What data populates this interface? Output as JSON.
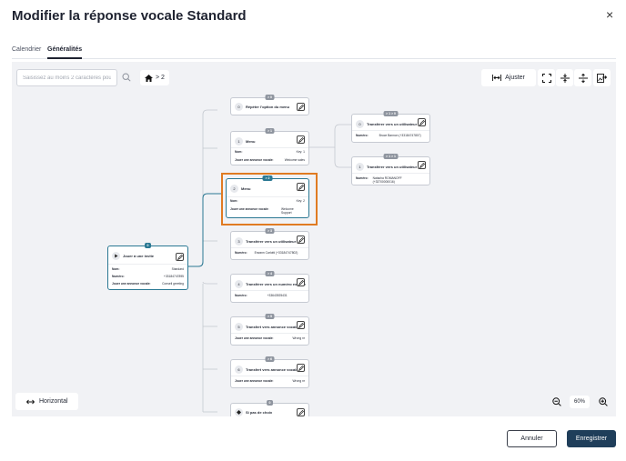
{
  "dialog": {
    "title": "Modifier la réponse vocale Standard",
    "close_label": "×"
  },
  "tabs": [
    {
      "label": "Calendrier"
    },
    {
      "label": "Généralités"
    }
  ],
  "toolbar": {
    "search_placeholder": "Saisissez au moins 2 caractères pou",
    "breadcrumb_level": "> 2",
    "fit_label": "Ajuster"
  },
  "nodes": {
    "root": {
      "badge": "0",
      "title": "Jouer à une invite",
      "rows": [
        {
          "k": "Nom:",
          "v": "Standard"
        },
        {
          "k": "Numéro:",
          "v": "+33184747895"
        },
        {
          "k": "Jouer une annonce vocale:",
          "v": "Conseil greeting"
        }
      ]
    },
    "n_repeat": {
      "badge": "> 0",
      "num": "0",
      "title": "Répéter l'option du menu"
    },
    "n_menu1": {
      "badge": "> 1",
      "num": "1",
      "title": "Menu",
      "rows": [
        {
          "k": "Nom:",
          "v": "Key: 1"
        },
        {
          "k": "Jouer une annonce vocale:",
          "v": "Welcome sales"
        }
      ]
    },
    "n_menu2": {
      "badge": "> 2",
      "num": "2",
      "title": "Menu",
      "rows": [
        {
          "k": "Nom:",
          "v": "Key: 2"
        },
        {
          "k": "Jouer une annonce vocale:",
          "v": "Welcome Support"
        }
      ]
    },
    "n_transfer_user": {
      "badge": "> 3",
      "num": "3",
      "title": "Transférer vers un utilisateur",
      "rows": [
        {
          "k": "Numéro:",
          "v": "Erwann Carlotti (+33184747802)"
        }
      ]
    },
    "n_transfer_ext": {
      "badge": "> 4",
      "num": "4",
      "title": "Transférer vers un numéro externe",
      "rows": [
        {
          "k": "Numéro:",
          "v": "+33643925431"
        }
      ]
    },
    "n_voicemail5": {
      "badge": "> 5",
      "num": "5",
      "title": "Transfert vers annonce vocale",
      "rows": [
        {
          "k": "Jouer une annonce vocale:",
          "v": "Wrong nr"
        }
      ]
    },
    "n_voicemail6": {
      "badge": "> 6",
      "num": "6",
      "title": "Transfert vers annonce vocale",
      "rows": [
        {
          "k": "Jouer une annonce vocale:",
          "v": "Wrong nr"
        }
      ]
    },
    "n_nochoice": {
      "badge": "0",
      "title": "Si pas de choix"
    },
    "n_sub0": {
      "badge": "> 1 > 0",
      "num": "0",
      "title": "Transférer vers un utilisateur",
      "rows": [
        {
          "k": "Numéro:",
          "v": "Bruce Bannon (+33184747807)"
        }
      ]
    },
    "n_sub1": {
      "badge": "> 1 > 1",
      "num": "1",
      "title": "Transférer vers un utilisateur",
      "rows": [
        {
          "k": "Numéro:",
          "v": "Natacha ROMANOFF (+33700000016)"
        }
      ]
    }
  },
  "bottom_bar": {
    "layout_label": "Horizontal",
    "zoom_level": "60%"
  },
  "footer": {
    "cancel_label": "Annuler",
    "save_label": "Enregistrer"
  },
  "colors": {
    "accent": "#2a7893",
    "selection": "#e07b22",
    "primary": "#1f3e5a"
  }
}
